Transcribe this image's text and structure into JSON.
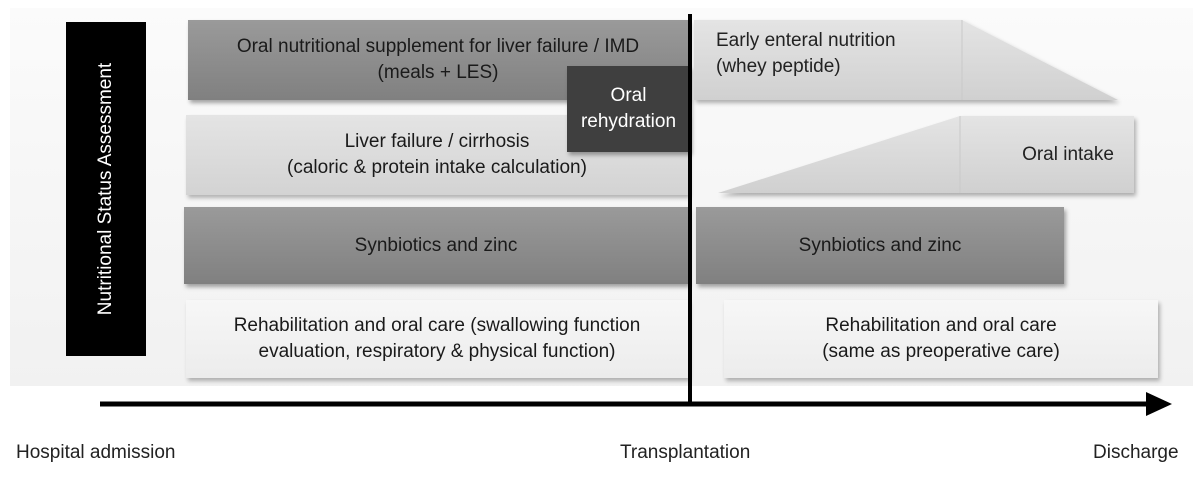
{
  "side_label": "Nutritional Status Assessment",
  "boxes": {
    "oral_supplement": {
      "line1": "Oral nutritional supplement for liver failure / IMD",
      "line2": "(meals + LES)"
    },
    "oral_rehydration": {
      "line1": "Oral",
      "line2": "rehydration"
    },
    "liver_failure": {
      "line1": "Liver failure / cirrhosis",
      "line2": "(caloric & protein intake calculation)"
    },
    "synbiotics_pre": {
      "label": "Synbiotics and zinc"
    },
    "rehab_pre": {
      "line1": "Rehabilitation and oral care (swallowing function",
      "line2": "evaluation, respiratory & physical function)"
    },
    "early_enteral": {
      "line1": "Early enteral nutrition",
      "line2": "(whey peptide)"
    },
    "oral_intake": {
      "label": "Oral intake"
    },
    "synbiotics_post": {
      "label": "Synbiotics and zinc"
    },
    "rehab_post": {
      "line1": "Rehabilitation and oral care",
      "line2": "(same as preoperative care)"
    }
  },
  "timeline": {
    "start": "Hospital admission",
    "middle": "Transplantation",
    "end": "Discharge"
  },
  "colors": {
    "dark_box": "#8c8c8c",
    "mid_box": "#b5b5b5",
    "light_box": "#dcdcdc",
    "pale_box": "#f2f2f2",
    "oral_rehydration": "#3f3f3f",
    "side_bar": "#000000"
  }
}
